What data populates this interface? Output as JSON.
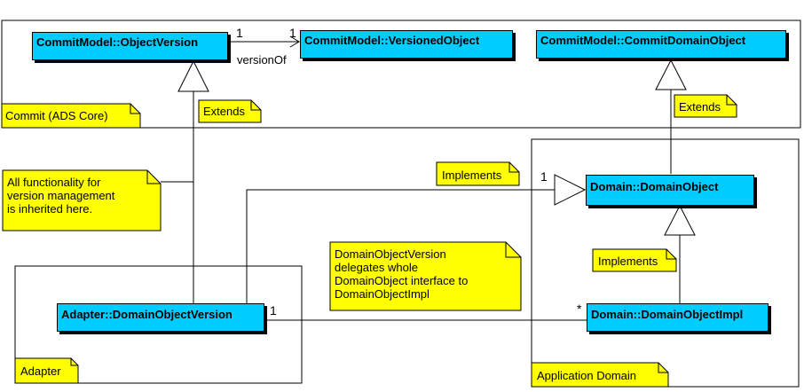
{
  "colors": {
    "class_fill": "#00ccff",
    "note_fill": "#ffff00",
    "stroke": "#000000",
    "background": "#ffffff"
  },
  "packages": {
    "commit": "Commit (ADS Core)",
    "adapter": "Adapter",
    "application_domain": "Application Domain"
  },
  "classes": {
    "object_version": "CommitModel::ObjectVersion",
    "versioned_object": "CommitModel::VersionedObject",
    "commit_domain_object": "CommitModel::CommitDomainObject",
    "domain_object": "Domain::DomainObject",
    "domain_object_impl": "Domain::DomainObjectImpl",
    "adapter_domain_object_version": "Adapter::DomainObjectVersion"
  },
  "notes": {
    "extends_left": [
      "Extends"
    ],
    "extends_right": [
      "Extends"
    ],
    "functionality": [
      "All functionality for",
      "version management",
      "is inherited here."
    ],
    "implements_top": [
      "Implements"
    ],
    "implements_bottom": [
      "Implements"
    ],
    "delegation": [
      "DomainObjectVersion",
      "delegates whole",
      "DomainObject interface to",
      "DomainObjectImpl"
    ]
  },
  "associations": {
    "version_of": {
      "role": "versionOf",
      "source_multiplicity": "1",
      "target_multiplicity": "1"
    },
    "implements_multiplicity": "1",
    "delegation": {
      "source_multiplicity": "1",
      "target_multiplicity": "*"
    }
  }
}
